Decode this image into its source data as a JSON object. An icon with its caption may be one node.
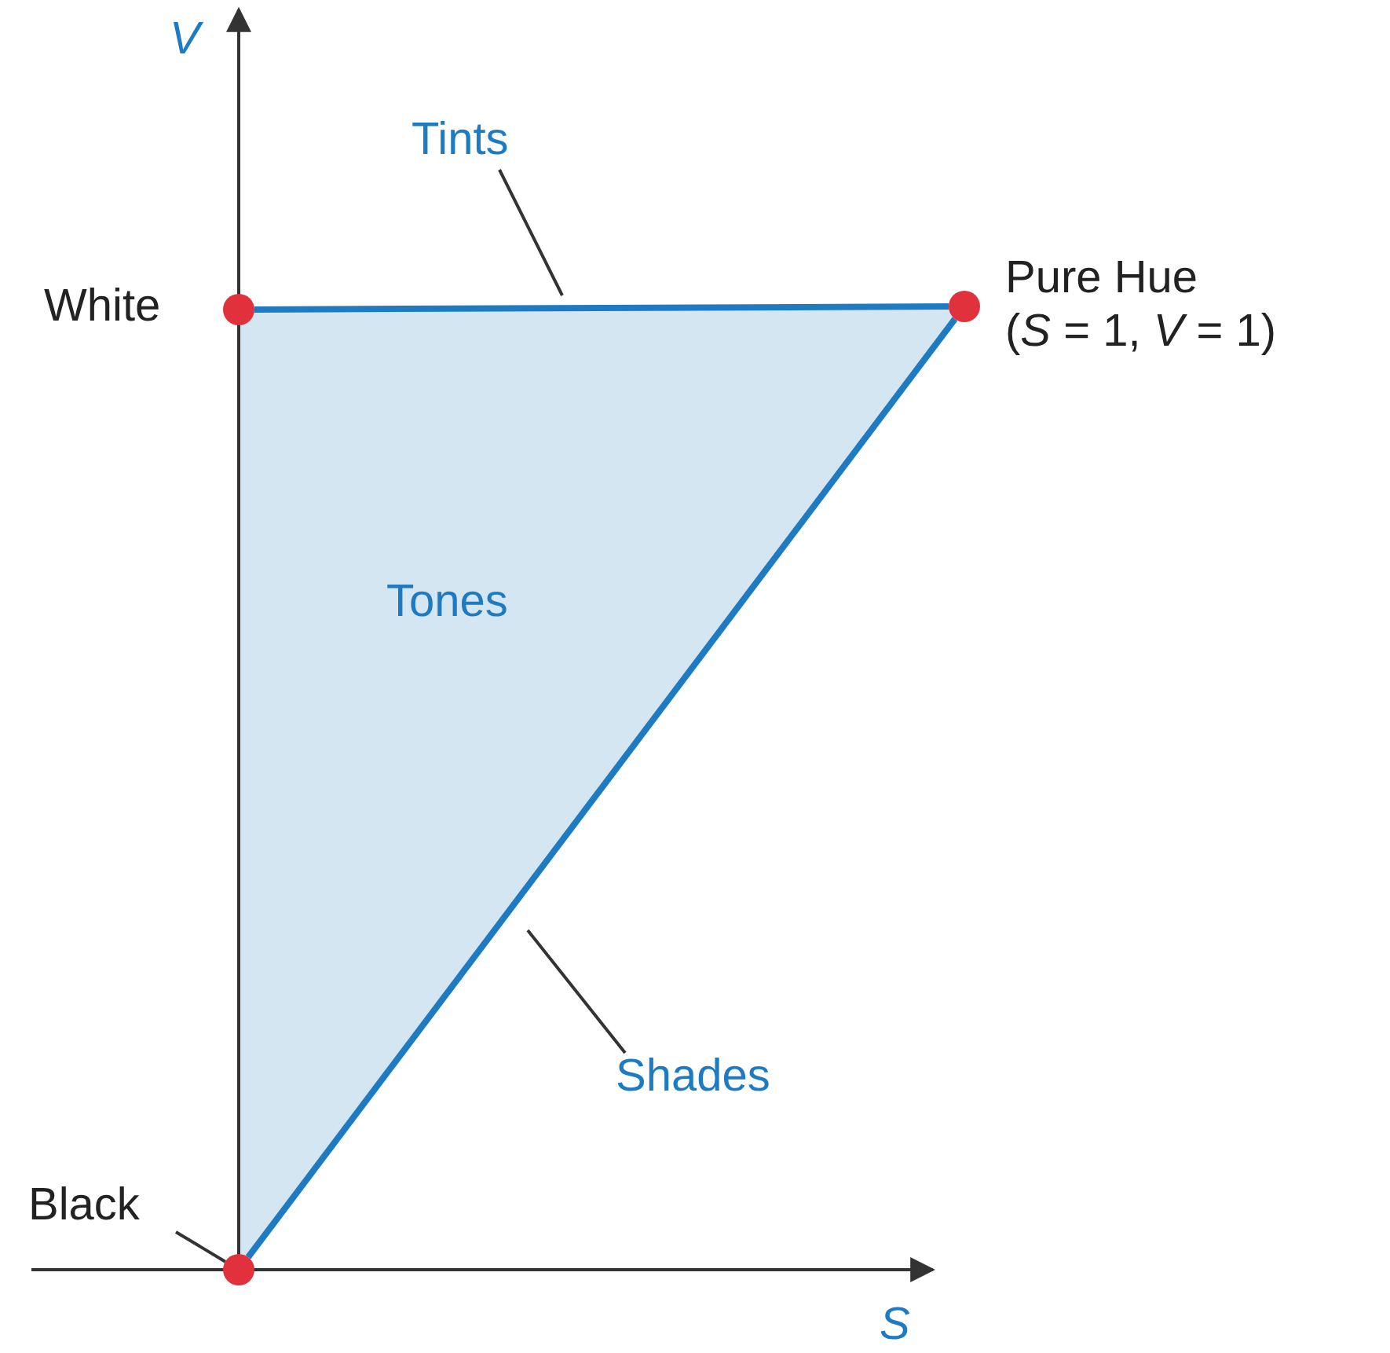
{
  "diagram": {
    "nodes": [
      {
        "text": [],
        "shape": "circle",
        "beside": [
          "White"
        ]
      },
      {
        "text": [],
        "shape": "circle",
        "beside": [
          "Pure Hue",
          "(*S* = 1, *V* = 1)"
        ]
      },
      {
        "text": [],
        "shape": "circle"
      },
      {
        "text": [
          "Black"
        ]
      },
      {
        "text": [
          "Tints"
        ]
      },
      {
        "text": [
          "Shades"
        ]
      }
    ],
    "edges": [
      {
        "from": 0,
        "to": 1,
        "arrow": "none",
        "style": "thick",
        "color": "#1f7bc1"
      },
      {
        "from": 1,
        "to": 2,
        "arrow": "none",
        "style": "thick",
        "color": "#1f7bc1"
      },
      {
        "from": 3,
        "to": 2,
        "arrow": "none"
      },
      {
        "from": 4,
        "to": null,
        "arrow": "none"
      },
      {
        "from": 5,
        "to": null,
        "arrow": "none"
      }
    ],
    "labels": [
      "V",
      "Tones",
      "S"
    ]
  }
}
